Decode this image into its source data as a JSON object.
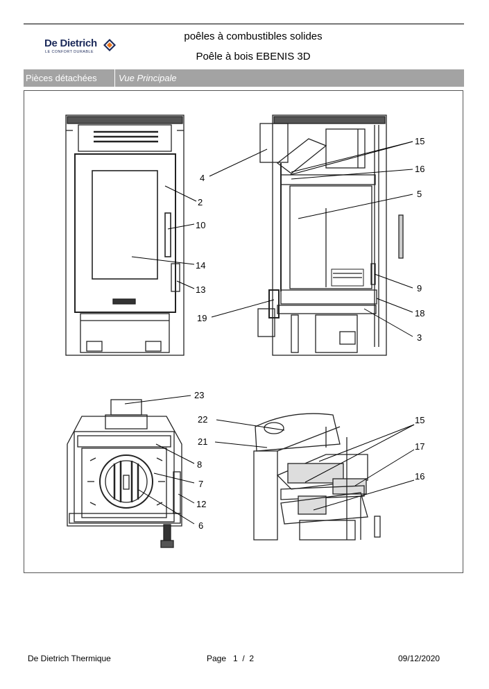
{
  "header": {
    "brand": "De Dietrich",
    "brand_tagline": "LE CONFORT DURABLE",
    "category": "poêles à combustibles solides",
    "product": "Poêle à bois EBENIS 3D"
  },
  "section_bar": {
    "tab": "Pièces détachées",
    "view": "Vue Principale"
  },
  "callouts": {
    "c2": "2",
    "c3": "3",
    "c4": "4",
    "c5": "5",
    "c6": "6",
    "c7": "7",
    "c8": "8",
    "c9": "9",
    "c10": "10",
    "c12": "12",
    "c13": "13",
    "c14": "14",
    "c15a": "15",
    "c15b": "15",
    "c16a": "16",
    "c16b": "16",
    "c17": "17",
    "c18": "18",
    "c19": "19",
    "c21": "21",
    "c22": "22",
    "c23": "23"
  },
  "footer": {
    "company": "De Dietrich Thermique",
    "page_label": "Page",
    "page_number": "1",
    "page_sep": "/",
    "page_total": "2",
    "date": "09/12/2020"
  },
  "colors": {
    "section_bar": "#a3a3a3",
    "brand_blue": "#1c2a5a",
    "brand_orange": "#e8731a"
  }
}
